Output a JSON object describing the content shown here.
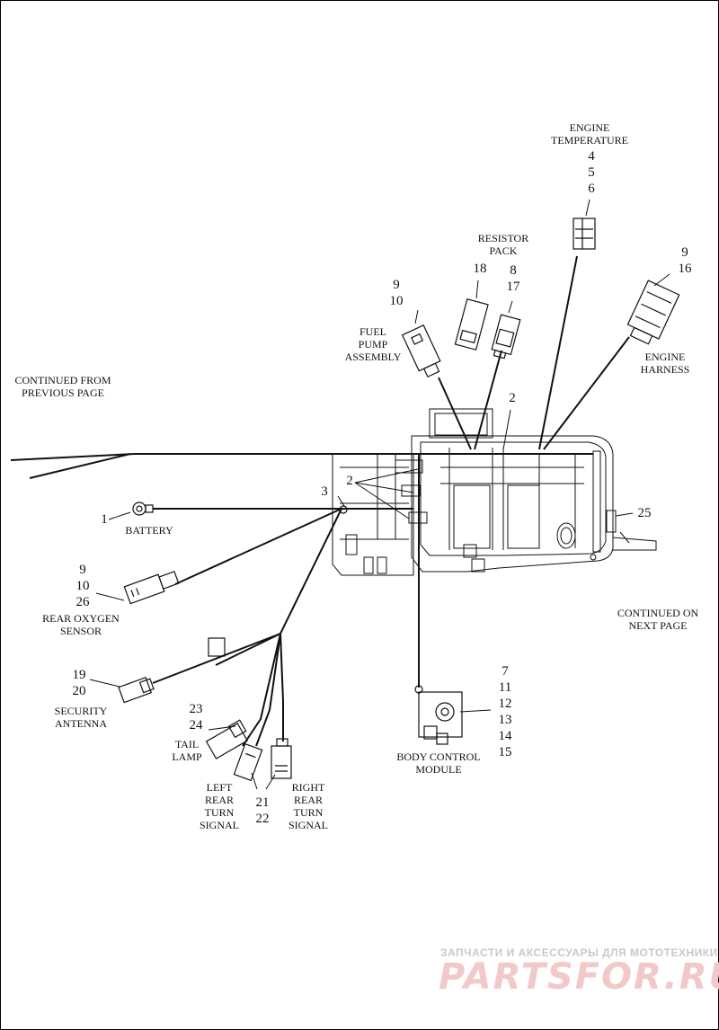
{
  "labels": {
    "engine_temperature": "ENGINE\nTEMPERATURE",
    "resistor_pack": "RESISTOR\nPACK",
    "fuel_pump_assembly": "FUEL\nPUMP\nASSEMBLY",
    "engine_harness": "ENGINE\nHARNESS",
    "continued_from": "CONTINUED FROM\nPREVIOUS PAGE",
    "battery": "BATTERY",
    "rear_oxygen_sensor": "REAR OXYGEN\nSENSOR",
    "security_antenna": "SECURITY\nANTENNA",
    "tail_lamp": "TAIL\nLAMP",
    "left_rear_turn_signal": "LEFT\nREAR\nTURN\nSIGNAL",
    "right_rear_turn_signal": "RIGHT\nREAR\nTURN\nSIGNAL",
    "body_control_module": "BODY CONTROL\nMODULE",
    "continued_on": "CONTINUED ON\nNEXT PAGE"
  },
  "callouts": {
    "engine_temperature": [
      "4",
      "5",
      "6"
    ],
    "resistor_pack_a": [
      "18"
    ],
    "resistor_pack_b": [
      "8",
      "17"
    ],
    "fuel_pump": [
      "9",
      "10"
    ],
    "engine_harness": [
      "9",
      "16"
    ],
    "ref_2_top": [
      "2"
    ],
    "ref_2_left": [
      "2"
    ],
    "ref_3": [
      "3"
    ],
    "ref_25": [
      "25"
    ],
    "battery": [
      "1"
    ],
    "rear_oxygen_sensor": [
      "9",
      "10",
      "26"
    ],
    "security_antenna": [
      "19",
      "20"
    ],
    "tail_lamp": [
      "23",
      "24"
    ],
    "turn_signals": [
      "21",
      "22"
    ],
    "body_control_module": [
      "7",
      "11",
      "12",
      "13",
      "14",
      "15"
    ]
  },
  "watermark": {
    "tagline": "ЗАПЧАСТИ И АКСЕССУАРЫ ДЛЯ МОТОТЕХНИКИ",
    "logo": "PARTSFOR.RU"
  }
}
